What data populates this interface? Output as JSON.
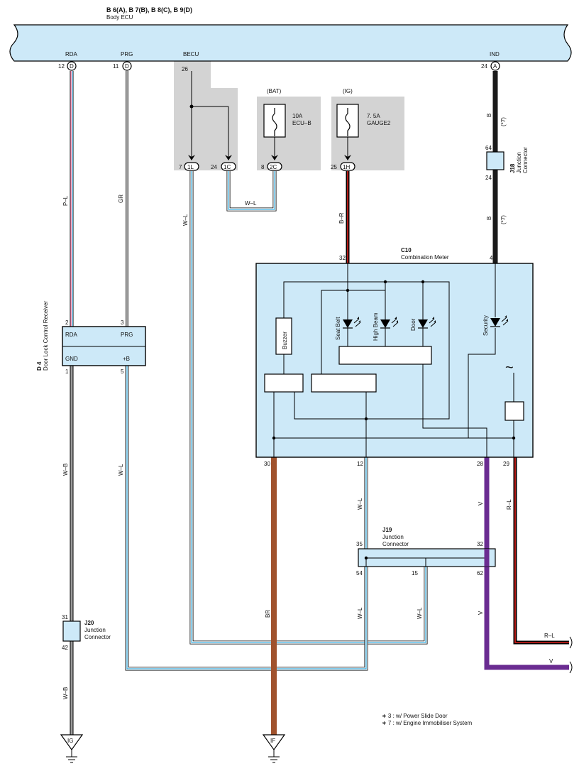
{
  "header": {
    "parts": "B 6(A), B 7(B), B 8(C), B 9(D)",
    "name": "Body ECU"
  },
  "ecu_pins": {
    "rda": {
      "label": "RDA",
      "pin": "12",
      "conn": "D"
    },
    "prg": {
      "label": "PRG",
      "pin": "11",
      "conn": "D"
    },
    "becu": {
      "label": "BECU",
      "pin": "26"
    },
    "ind": {
      "label": "IND",
      "pin": "24",
      "conn": "A"
    }
  },
  "jb_pins": {
    "p7": {
      "num": "7",
      "code": "1L"
    },
    "p24": {
      "num": "24",
      "code": "1C"
    },
    "p8": {
      "num": "8",
      "code": "2C"
    },
    "p25": {
      "num": "25",
      "code": "1H"
    }
  },
  "fuses": {
    "bat": {
      "supply": "(BAT)",
      "rating": "10A",
      "name": "ECU–B"
    },
    "ig": {
      "supply": "(IG)",
      "rating": "7. 5A",
      "name": "GAUGE2"
    }
  },
  "wires": {
    "pl": "P–L",
    "gr": "GR",
    "wl_left": "W–L",
    "wl_jumper": "W–L",
    "br_top": "B–R",
    "b_upper": "B",
    "b_upper_note": "(*7)",
    "b_lower": "B",
    "b_lower_note": "(*7)",
    "wb_upper": "W–B",
    "wb_lower": "W–B",
    "wl_mid": "W–L",
    "br_bottom": "BR",
    "wl_meter": "W–L",
    "v_upper": "V",
    "rl": "R–L",
    "wl_j19a": "W–L",
    "wl_j19b": "W–L",
    "v_lower": "V",
    "rl_end": "R–L",
    "v_end": "V"
  },
  "j18": {
    "id": "J18",
    "line1": "Junction",
    "line2": "Connector",
    "pin_top": "64",
    "pin_bottom": "24"
  },
  "meter": {
    "id": "C10",
    "name": "Combination Meter",
    "pin_32": "32",
    "pin_4": "4",
    "pin_30": "30",
    "pin_12": "12",
    "pin_28": "28",
    "pin_29": "29",
    "buzzer": "Buzzer",
    "seat_belt": "Seat Belt",
    "high_beam": "High Beam",
    "door": "Door",
    "security": "Security",
    "ac_symbol": "~"
  },
  "receiver": {
    "id": "D 4",
    "name": "Door Lock Control Receiver",
    "rda": "RDA",
    "prg": "PRG",
    "gnd": "GND",
    "plusb": "+B",
    "pin2": "2",
    "pin3": "3",
    "pin1": "1",
    "pin5": "5"
  },
  "j19": {
    "id": "J19",
    "line1": "Junction",
    "line2": "Connector",
    "pin35": "35",
    "pin32": "32",
    "pin54": "54",
    "pin15": "15",
    "pin62": "62"
  },
  "j20": {
    "id": "J20",
    "line1": "Junction",
    "line2": "Connector",
    "pin31": "31",
    "pin42": "42"
  },
  "grounds": {
    "ig": "IG",
    "if": "IF"
  },
  "notes": [
    "∗ 3 : w/ Power Slide Door",
    "∗ 7 : w/ Engine Immobiliser System"
  ],
  "colors": {
    "panel": "#cde9f8",
    "shade": "#d3d3d3",
    "outline": "#000000",
    "black": "#1a1a1a",
    "brown": "#a0522d",
    "violet": "#6a2c91",
    "red": "#e0201c",
    "blue": "#3aaee0",
    "pink": "#e23a74",
    "gray": "#999999"
  }
}
